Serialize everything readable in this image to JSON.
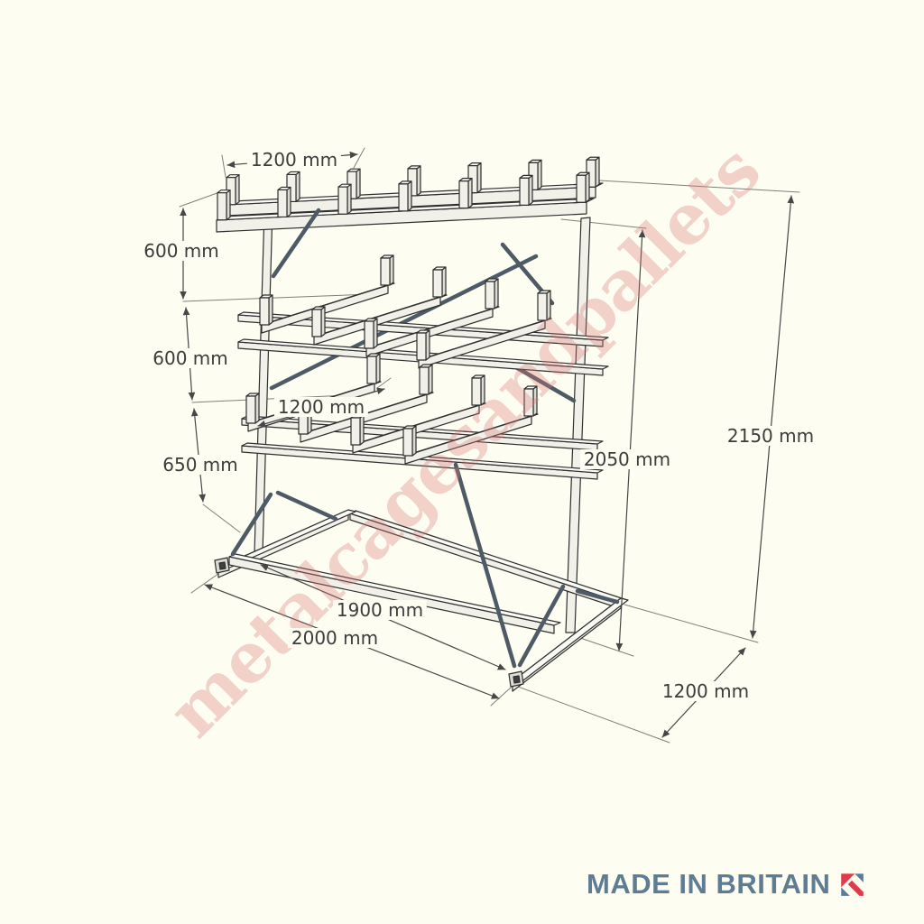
{
  "canvas": {
    "background": "#FDFDF2"
  },
  "watermark": {
    "text": "metalcagesandpallets",
    "color": "#D97873",
    "opacity": 0.32
  },
  "logo": {
    "text": "MADE IN BRITAIN",
    "text_color": "#5E7D93",
    "flag_red": "#DE3C4B",
    "flag_blue": "#5E7D93"
  },
  "dimensions": {
    "top_width": "1200 mm",
    "upper_gap": "600 mm",
    "middle_gap": "600 mm",
    "lower_gap": "650 mm",
    "arm_length": "1200 mm",
    "frame_height": "2050 mm",
    "total_height": "2150 mm",
    "inner_length": "1900 mm",
    "total_length": "2000 mm",
    "depth": "1200 mm"
  }
}
